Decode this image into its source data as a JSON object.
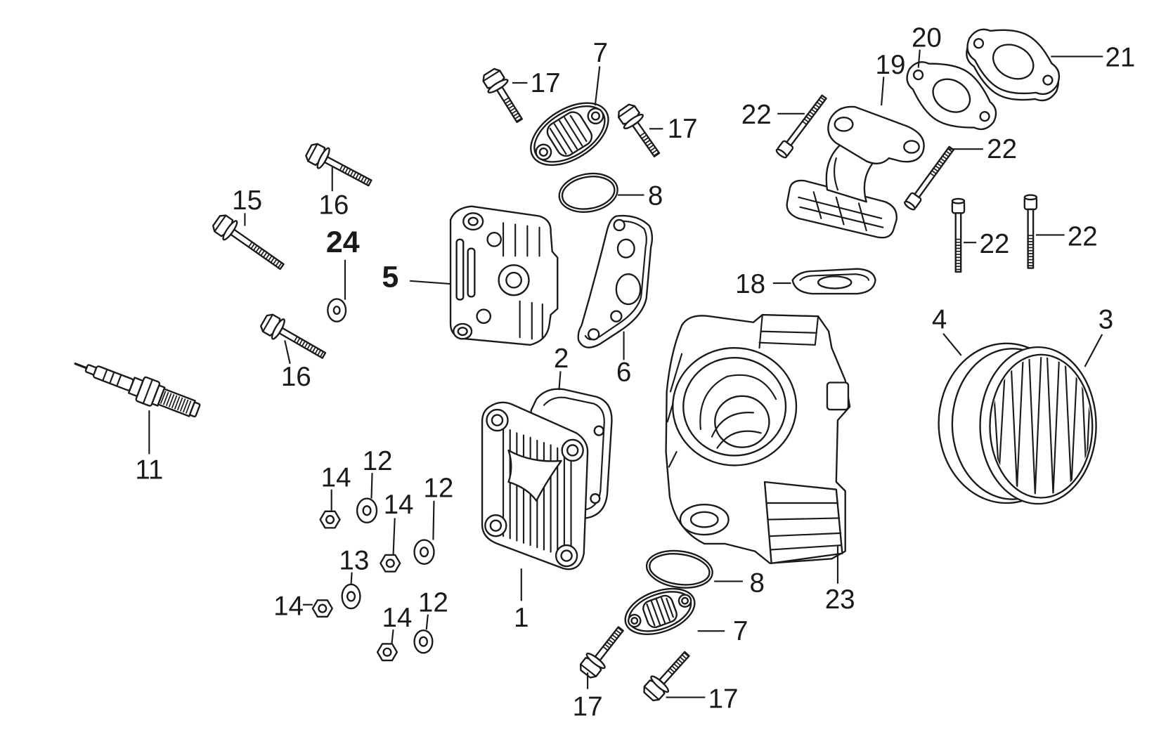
{
  "colors": {
    "line": "#1a1a1a",
    "background": "#ffffff"
  },
  "callouts": [
    "7",
    "17",
    "17",
    "20",
    "21",
    "19",
    "22",
    "22",
    "22",
    "22",
    "8",
    "15",
    "16",
    "24",
    "5",
    "18",
    "6",
    "2",
    "4",
    "3",
    "16",
    "11",
    "14",
    "12",
    "14",
    "12",
    "13",
    "14",
    "14",
    "12",
    "1",
    "8",
    "23",
    "7",
    "17",
    "17"
  ]
}
